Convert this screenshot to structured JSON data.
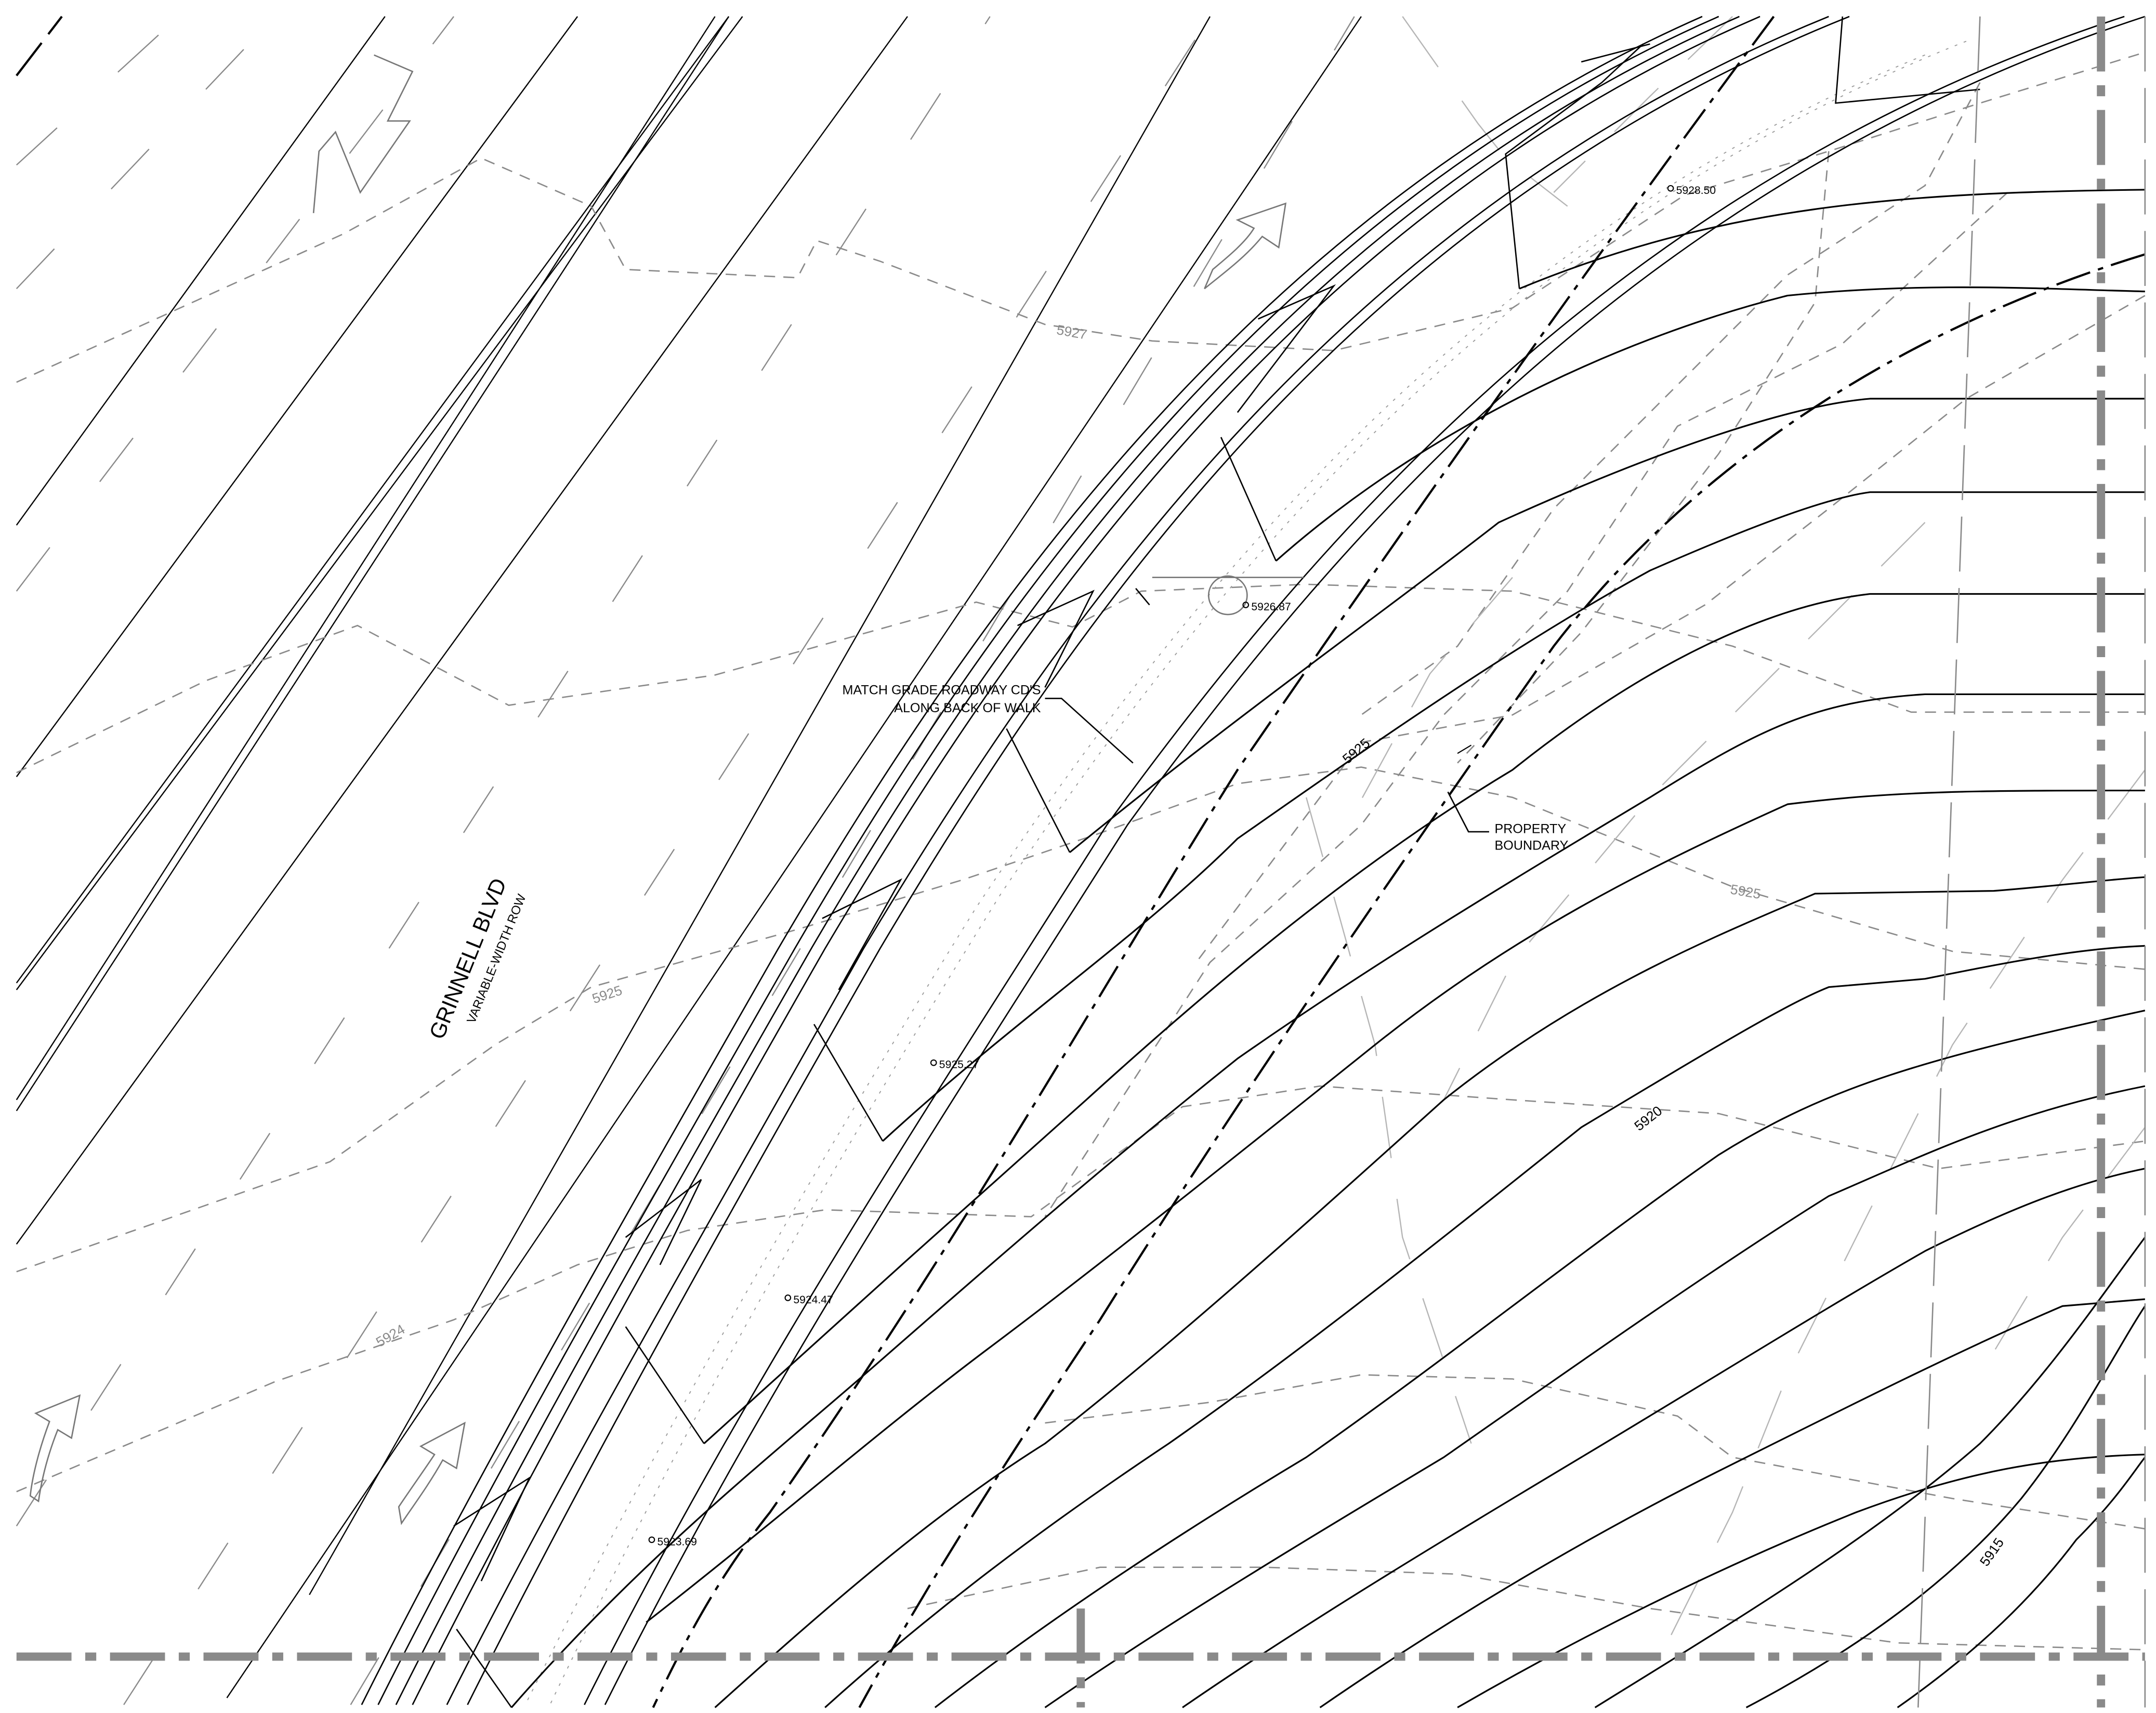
{
  "street": {
    "name": "GRINNELL BLVD",
    "row": "VARIABLE-WIDTH ROW"
  },
  "notes": {
    "match_grade_line1": "MATCH GRADE ROADWAY CD'S",
    "match_grade_line2": "ALONG BACK OF WALK",
    "property_line1": "PROPERTY",
    "property_line2": "BOUNDARY"
  },
  "spot_elevations": {
    "e1": "5928.50",
    "e2": "5926.87",
    "e3": "5925.27",
    "e4": "5924.47",
    "e5": "5923.69"
  },
  "contour_labels": {
    "existing_5927": "5927",
    "existing_5925_left": "5925",
    "existing_5925_right": "5925",
    "existing_5924": "5924",
    "proposed_5925": "5925",
    "proposed_5920": "5920",
    "proposed_5915": "5915"
  },
  "colors": {
    "linework": "#000000",
    "existing_contours": "#8a8a8a",
    "boundary": "#8a8a8a"
  }
}
